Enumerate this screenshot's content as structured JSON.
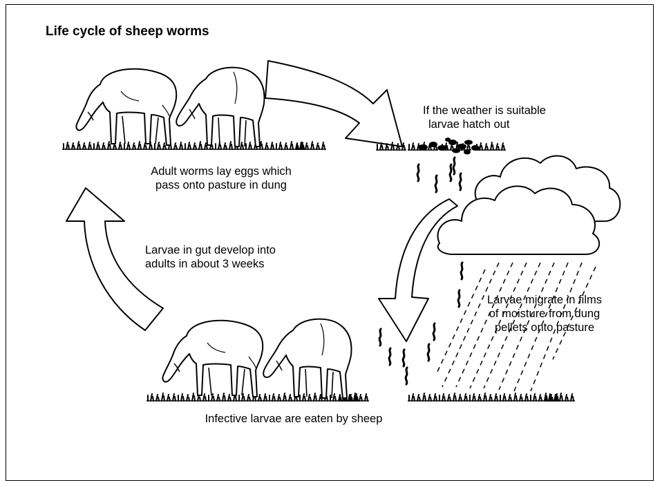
{
  "diagram": {
    "title": "Life cycle of sheep worms",
    "captions": {
      "hatch_1": "If the weather is suitable",
      "hatch_2": "larvae hatch out",
      "eggs_1": "Adult worms lay eggs which",
      "eggs_2": "pass onto pasture in dung",
      "develop_1": "Larvae in gut develop into",
      "develop_2": "adults in about 3 weeks",
      "migrate_1": "Larvae migrate in films",
      "migrate_2": "of moisture from dung",
      "migrate_3": "pellets onto pasture",
      "eaten": "Infective larvae are eaten by sheep"
    },
    "colors": {
      "ink": "#000000",
      "paper": "#ffffff"
    }
  }
}
